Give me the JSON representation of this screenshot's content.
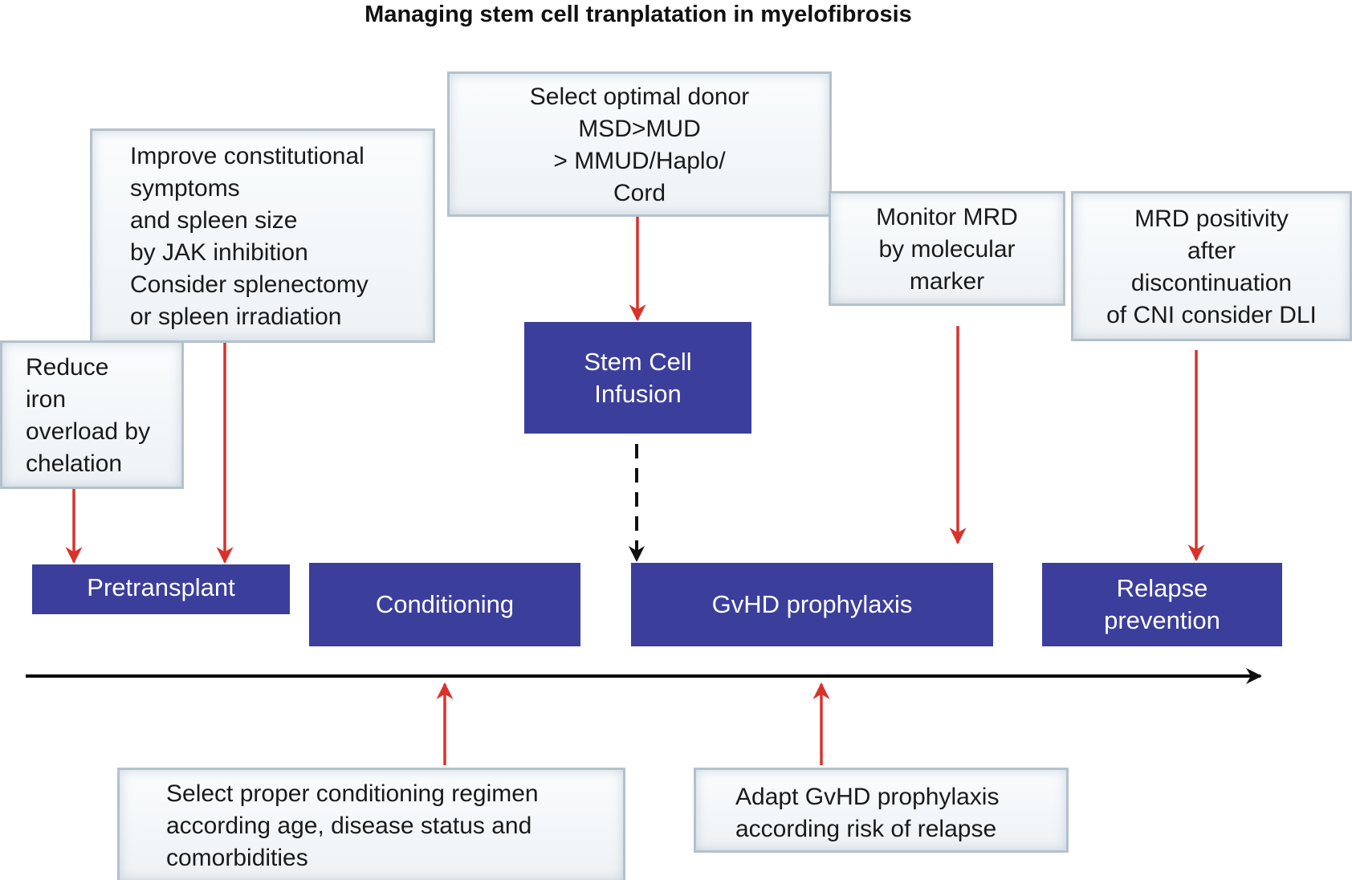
{
  "title": "Managing stem cell tranplatation in myelofibrosis",
  "notes": {
    "donor": "Select optimal donor\nMSD>MUD\n> MMUD/Haplo/\nCord",
    "jak": "Improve constitutional\nsymptoms\nand spleen size\nby JAK inhibition\nConsider splenectomy\nor spleen irradiation",
    "iron": "Reduce\niron\noverload by\nchelation",
    "mrd": "Monitor MRD\nby molecular\nmarker",
    "dli": "MRD positivity\nafter\ndiscontinuation\nof CNI consider DLI",
    "conditioning_regimen": "Select proper conditioning regimen\naccording age, disease status and\ncomorbidities",
    "gvhd_adapt": "Adapt GvHD prophylaxis\naccording risk of relapse"
  },
  "phases": {
    "stem_cell": "Stem Cell\nInfusion",
    "pretransplant": "Pretransplant",
    "conditioning": "Conditioning",
    "gvhd": "GvHD prophylaxis",
    "relapse": "Relapse\nprevention"
  },
  "colors": {
    "phase_box": "#3b3e9b",
    "arrow_red": "#d9322a",
    "timeline": "#000000",
    "note_border": "#b3c1cd"
  }
}
